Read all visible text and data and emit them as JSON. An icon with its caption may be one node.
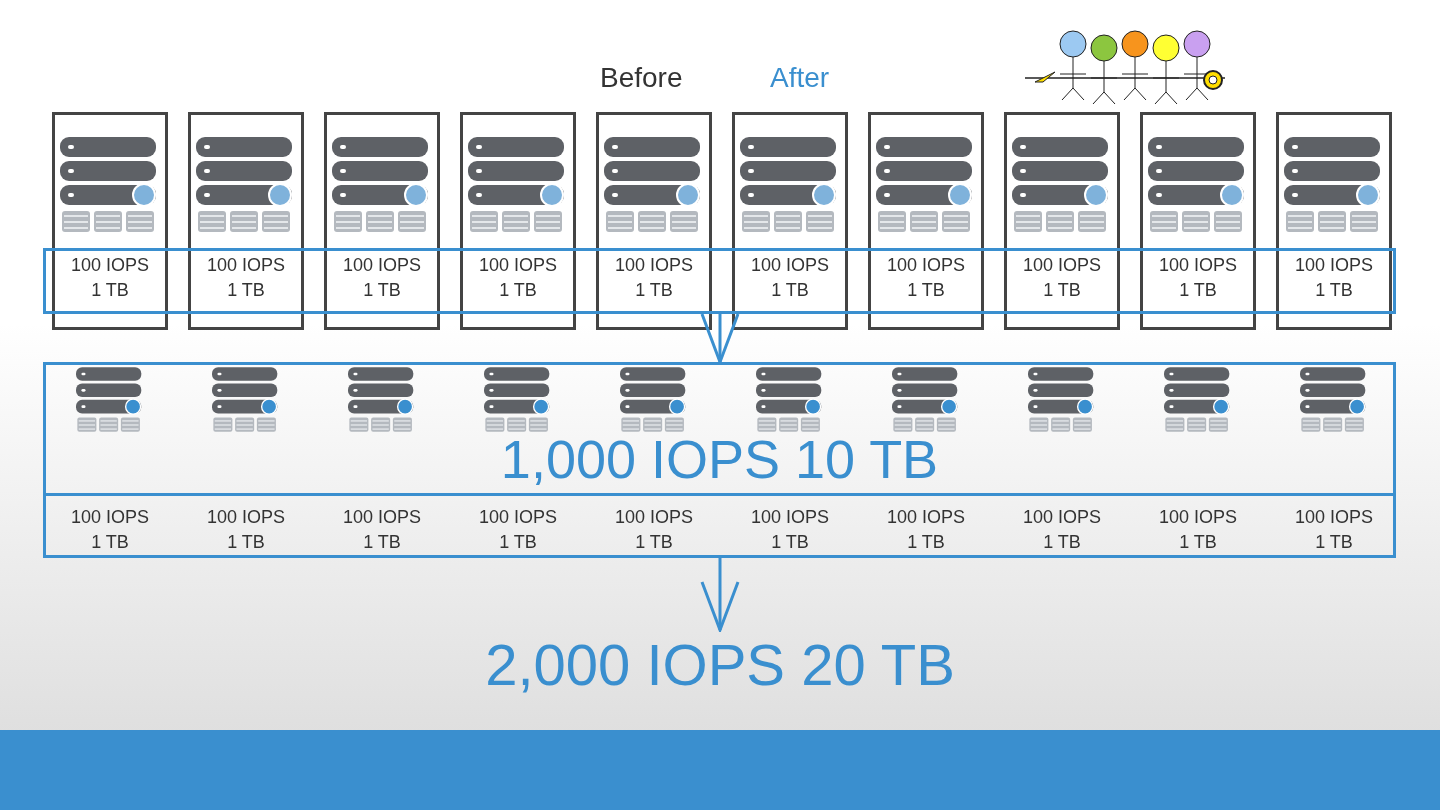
{
  "diagram": {
    "nodes": [
      {
        "text": [
          "100 IOPS 1 TB"
        ]
      },
      {
        "text": [
          "100 IOPS 1 TB"
        ]
      },
      {
        "text": [
          "100 IOPS 1 TB"
        ]
      },
      {
        "text": [
          "100 IOPS 1 TB"
        ]
      },
      {
        "text": [
          "100 IOPS 1 TB"
        ]
      },
      {
        "text": [
          "100 IOPS 1 TB"
        ]
      },
      {
        "text": [
          "100 IOPS 1 TB"
        ]
      },
      {
        "text": [
          "100 IOPS 1 TB"
        ]
      },
      {
        "text": [
          "100 IOPS 1 TB"
        ]
      },
      {
        "text": [
          "100 IOPS 1 TB"
        ]
      },
      {
        "text": [],
        "shape": "box"
      },
      {
        "text": [
          "1,000 IOPS 10 TB"
        ]
      },
      {
        "text": [
          "100 IOPS 1 TB"
        ],
        "in": 11
      },
      {
        "text": [
          "100 IOPS 1 TB"
        ],
        "in": 11
      },
      {
        "text": [
          "100 IOPS 1 TB"
        ],
        "in": 11
      },
      {
        "text": [
          "100 IOPS 1 TB"
        ],
        "in": 11
      },
      {
        "text": [
          "100 IOPS 1 TB"
        ],
        "in": 11
      },
      {
        "text": [
          "100 IOPS 1 TB"
        ],
        "in": 11
      },
      {
        "text": [
          "100 IOPS 1 TB"
        ],
        "in": 11
      },
      {
        "text": [
          "100 IOPS 1 TB"
        ],
        "in": 11
      },
      {
        "text": [
          "100 IOPS 1 TB"
        ],
        "in": 11
      },
      {
        "text": [
          "100 IOPS 1 TB"
        ],
        "in": 11
      },
      {
        "text": [
          "2,000 IOPS 20 TB"
        ]
      }
    ],
    "edges": [
      {
        "from": 10,
        "to": 11,
        "arrow": "to"
      },
      {
        "from": 11,
        "to": 22,
        "arrow": "to"
      }
    ],
    "labels": [
      "Before",
      "After"
    ]
  }
}
